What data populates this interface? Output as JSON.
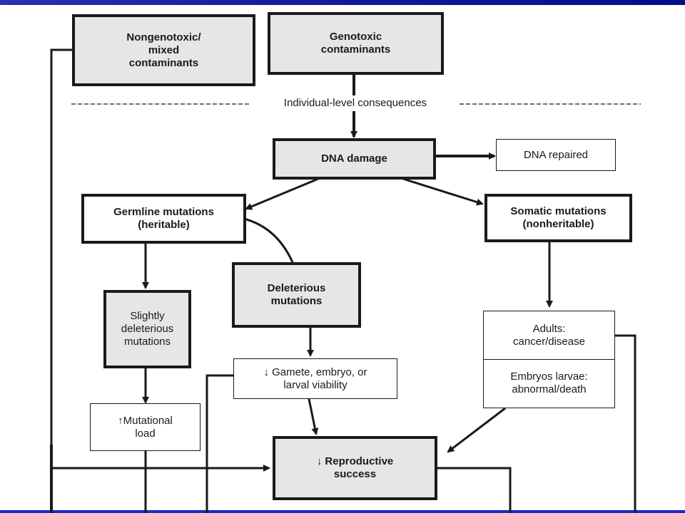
{
  "diagram": {
    "boxes": {
      "nongenotoxic": "Nongenotoxic/\nmixed\ncontaminants",
      "genotoxic": "Genotoxic\ncontaminants",
      "dna_damage": "DNA damage",
      "dna_repaired": "DNA repaired",
      "germline": "Germline mutations\n(heritable)",
      "somatic": "Somatic mutations\n(nonheritable)",
      "deleterious": "Deleterious\nmutations",
      "slightly_deleterious": "Slightly\ndeleterious\nmutations",
      "gamete_viability": "↓ Gamete, embryo, or\nlarval viability",
      "adults": "Adults:\ncancer/disease",
      "embryos": "Embryos larvae:\nabnormal/death",
      "mutational_load": "↑Mutational\nload",
      "reproductive_success": "↓ Reproductive\nsuccess"
    },
    "section_label": "Individual-level consequences"
  }
}
